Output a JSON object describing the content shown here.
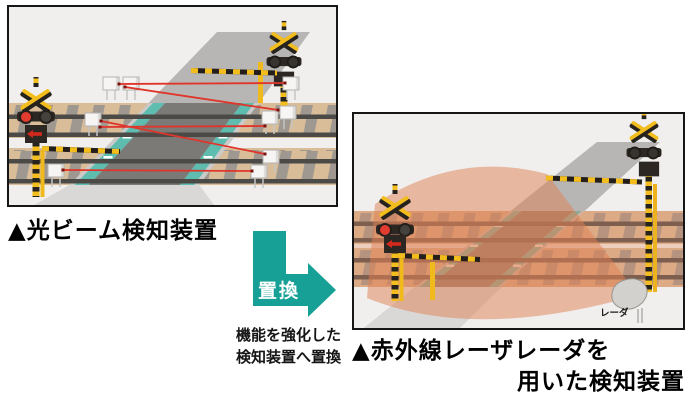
{
  "figure1": {
    "caption": "▲光ビーム検知装置"
  },
  "transition": {
    "arrow_label": "置換",
    "note_line1": "機能を強化した",
    "note_line2": "検知装置へ置換"
  },
  "figure2": {
    "caption_line1": "▲赤外線レーザレーダを",
    "caption_line2": "用いた検知装置",
    "radar_label": "レーダ"
  },
  "colors": {
    "arrow_teal": "#17a096",
    "beam_red": "#e0352b",
    "detection_orange": "#e58a5f",
    "signal_yellow": "#f2bd1d",
    "ballast_tan": "#d9bd98",
    "crossing_teal": "#5fbdb0",
    "frame_border": "#161616"
  }
}
